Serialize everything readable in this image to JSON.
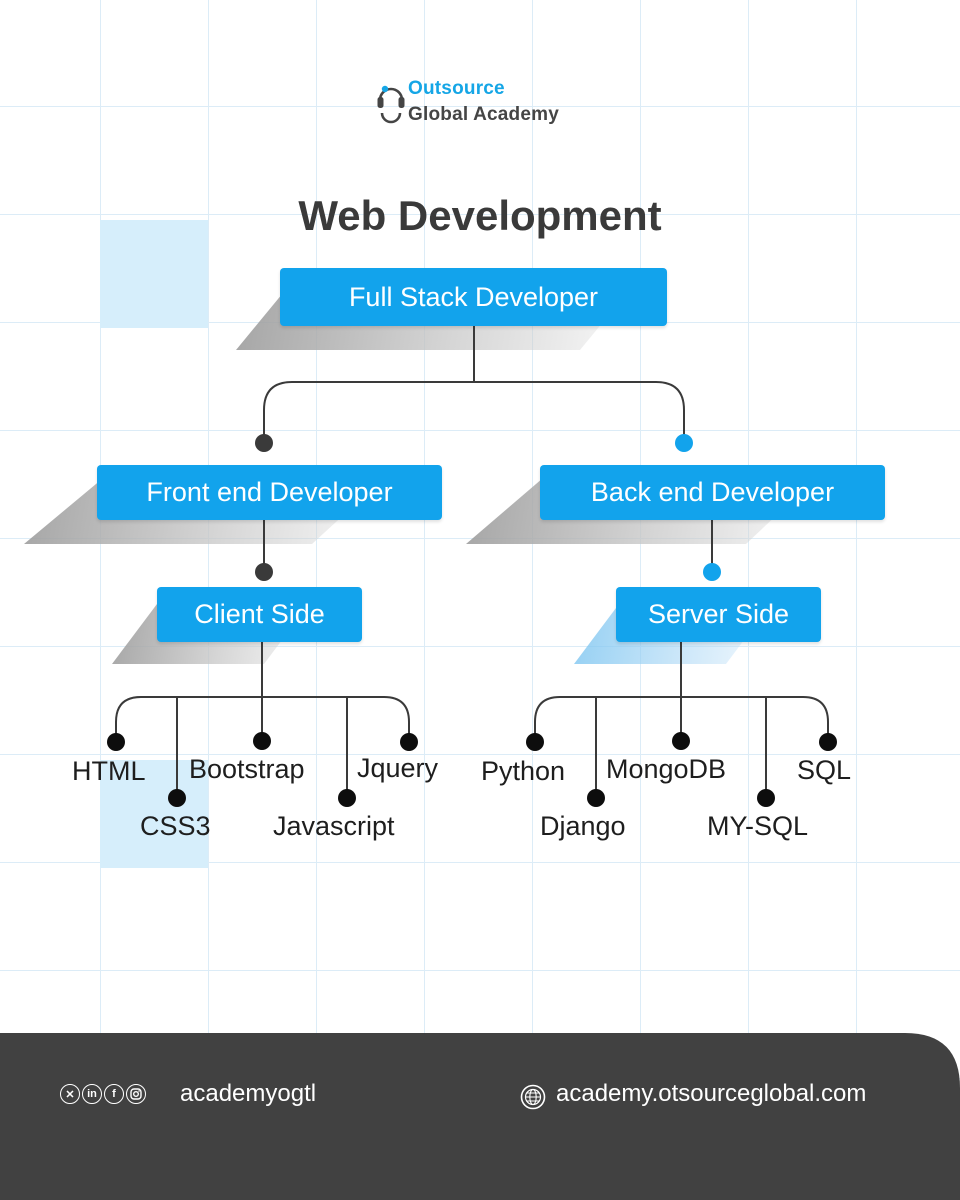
{
  "brand": {
    "line1": "Outsource",
    "line2": "Global Academy",
    "icon": "headset-icon",
    "accent_color": "#15a6e6",
    "dark_color": "#454545"
  },
  "title": "Web Development",
  "diagram": {
    "box_color": "#12a3ec",
    "root": "Full Stack Developer",
    "front_end": "Front end Developer",
    "back_end": "Back end Developer",
    "client_side": "Client Side",
    "server_side": "Server Side",
    "client_techs": [
      "HTML",
      "CSS3",
      "Bootstrap",
      "Javascript",
      "Jquery"
    ],
    "server_techs": [
      "Python",
      "Django",
      "MongoDB",
      "MY-SQL",
      "SQL"
    ]
  },
  "footer": {
    "background_color": "#414141",
    "social_icons": [
      "x-icon",
      "linkedin-icon",
      "facebook-icon",
      "instagram-icon"
    ],
    "handle": "academyogtl",
    "website": "academy.otsourceglobal.com",
    "website_icon": "globe-icon"
  }
}
